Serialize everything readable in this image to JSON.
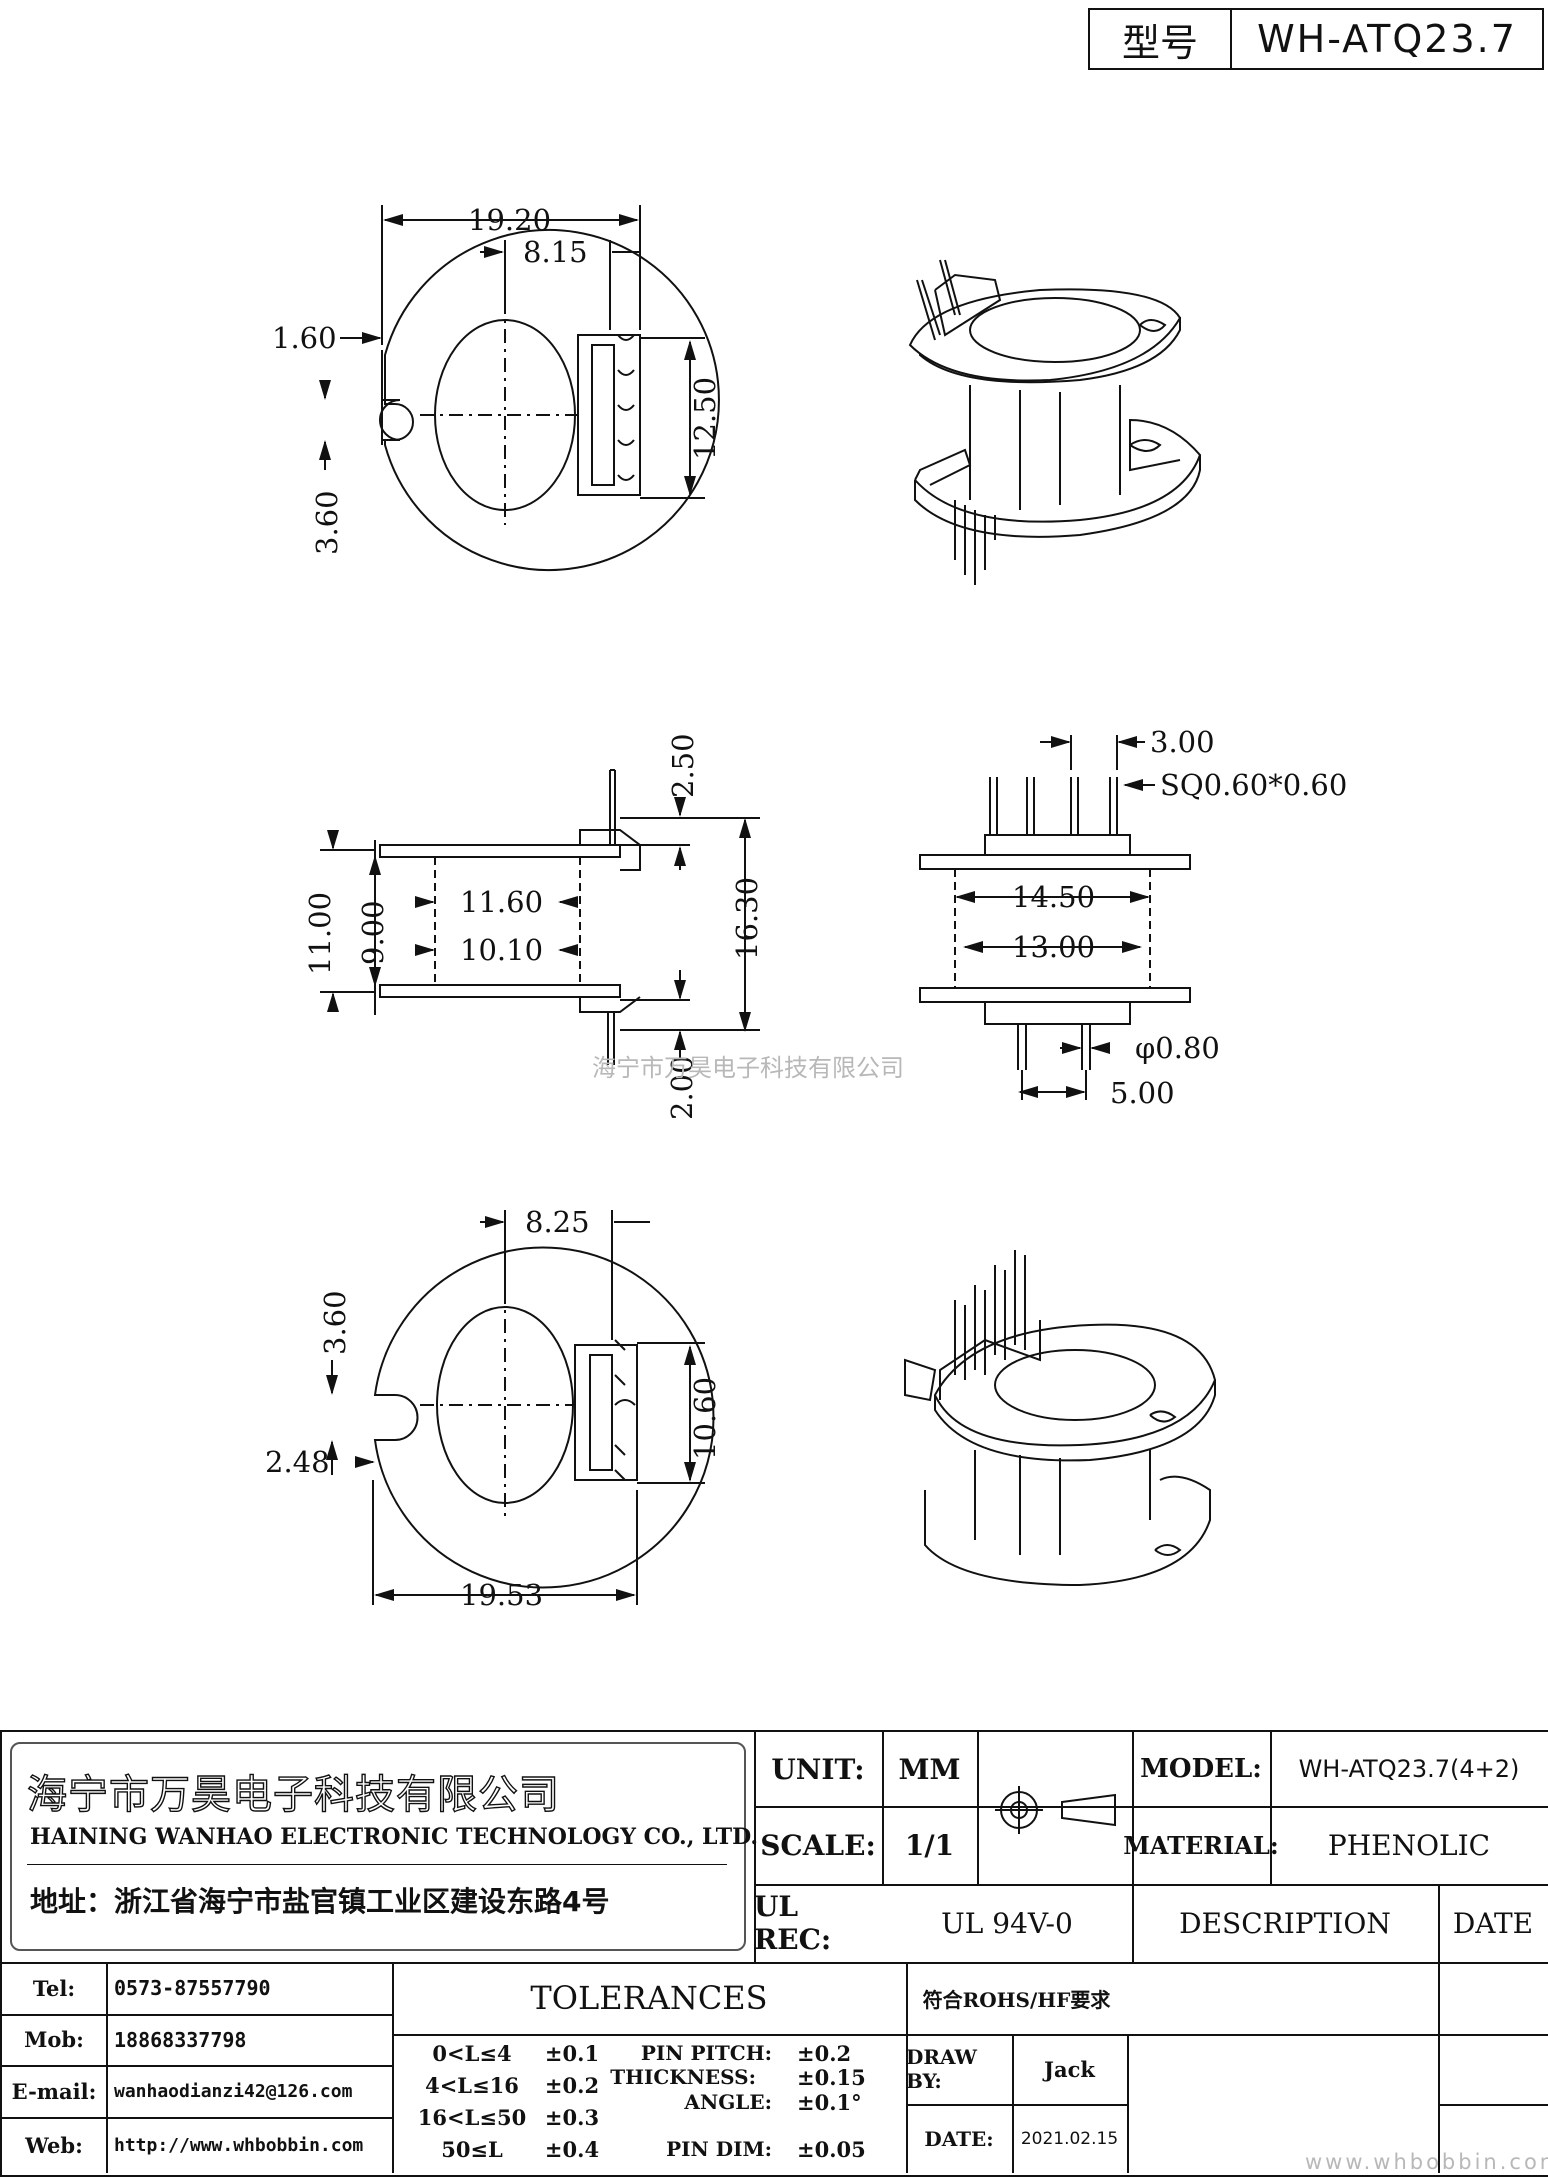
{
  "header": {
    "model_label": "型号",
    "model_value": "WH-ATQ23.7"
  },
  "dimensions": {
    "top_view": {
      "width": "19.20",
      "offset": "8.15",
      "slot_width": "1.60",
      "slot_depth": "3.60",
      "pin_span": "12.50"
    },
    "side_view": {
      "pin_top": "2.50",
      "flange_outer": "11.00",
      "flange_inner": "9.00",
      "barrel_outer": "11.60",
      "barrel_inner": "10.10",
      "total_height": "16.30",
      "pin_bottom": "2.00"
    },
    "front_view": {
      "pitch": "3.00",
      "pin_size": "SQ0.60*0.60",
      "outer": "14.50",
      "inner": "13.00",
      "pin_dia": "φ0.80",
      "pin_gap": "5.00"
    },
    "bottom_view": {
      "offset": "8.25",
      "slot_depth": "3.60",
      "slot_width": "2.48",
      "pin_span": "10.60",
      "width": "19.53"
    }
  },
  "watermark_center": "海宁市万昊电子科技有限公司",
  "watermark_corner": "www.whbobbin.com",
  "title_block": {
    "company_cn": "海宁市万昊电子科技有限公司",
    "company_en": "HAINING WANHAO ELECTRONIC TECHNOLOGY CO., LTD.",
    "address": "地址：浙江省海宁市盐官镇工业区建设东路4号",
    "unit_label": "UNIT:",
    "unit_value": "MM",
    "scale_label": "SCALE:",
    "scale_value": "1/1",
    "ul_label": "UL REC:",
    "ul_value": "UL 94V-0",
    "model_label": "MODEL:",
    "model_value": "WH-ATQ23.7(4+2)",
    "material_label": "MATERIAL:",
    "material_value": "PHENOLIC",
    "description_label": "DESCRIPTION",
    "date_header": "DATE",
    "tel_label": "Tel:",
    "tel_value": "0573-87557790",
    "mob_label": "Mob:",
    "mob_value": "18868337798",
    "email_label": "E-mail:",
    "email_value": "wanhaodianzi42@126.com",
    "web_label": "Web:",
    "web_value": "http://www.whbobbin.com",
    "tolerances_label": "TOLERANCES",
    "rohs": "符合ROHS/HF要求",
    "tol_ranges": [
      "0<L≤4",
      "4<L≤16",
      "16<L≤50",
      "50≤L"
    ],
    "tol_values": [
      "±0.1",
      "±0.2",
      "±0.3",
      "±0.4"
    ],
    "param_labels": [
      "PIN PITCH:",
      "THICKNESS:",
      "ANGLE:",
      "PIN DIM:"
    ],
    "param_values": [
      "±0.2",
      "±0.15",
      "±0.1°",
      "±0.05"
    ],
    "draw_by_label": "DRAW BY:",
    "draw_by_value": "Jack",
    "date_label": "DATE:",
    "date_value": "2021.02.15"
  }
}
